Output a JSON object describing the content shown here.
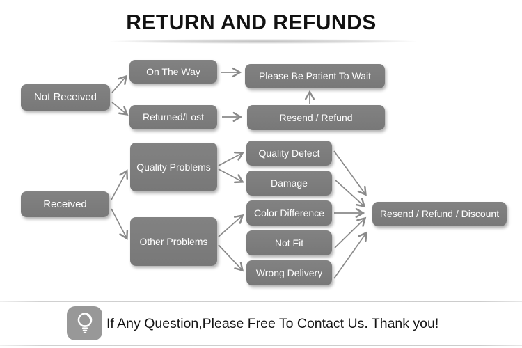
{
  "title": "RETURN AND REFUNDS",
  "diagram": {
    "nodes": {
      "not_received": {
        "label": "Not Received"
      },
      "on_the_way": {
        "label": "On The Way"
      },
      "returned_lost": {
        "label": "Returned/Lost"
      },
      "please_wait": {
        "label": "Please Be Patient To Wait"
      },
      "resend_refund": {
        "label": "Resend / Refund"
      },
      "received": {
        "label": "Received"
      },
      "quality_problems": {
        "label": "Quality Problems"
      },
      "other_problems": {
        "label": "Other Problems"
      },
      "quality_defect": {
        "label": "Quality Defect"
      },
      "damage": {
        "label": "Damage"
      },
      "color_difference": {
        "label": "Color Difference"
      },
      "not_fit": {
        "label": "Not Fit"
      },
      "wrong_delivery": {
        "label": "Wrong Delivery"
      },
      "resend_refund_discount": {
        "label": "Resend / Refund / Discount"
      }
    },
    "edges": [
      {
        "from": "Not Received",
        "to": "On The Way"
      },
      {
        "from": "Not Received",
        "to": "Returned/Lost"
      },
      {
        "from": "On The Way",
        "to": "Please Be Patient To Wait"
      },
      {
        "from": "Returned/Lost",
        "to": "Resend / Refund"
      },
      {
        "from": "Resend / Refund",
        "to": "Please Be Patient To Wait"
      },
      {
        "from": "Received",
        "to": "Quality Problems"
      },
      {
        "from": "Received",
        "to": "Other Problems"
      },
      {
        "from": "Quality Problems",
        "to": "Quality Defect"
      },
      {
        "from": "Quality Problems",
        "to": "Damage"
      },
      {
        "from": "Other Problems",
        "to": "Color Difference"
      },
      {
        "from": "Other Problems",
        "to": "Wrong Delivery"
      },
      {
        "from": "Quality Defect",
        "to": "Resend / Refund / Discount"
      },
      {
        "from": "Damage",
        "to": "Resend / Refund / Discount"
      },
      {
        "from": "Color Difference",
        "to": "Resend / Refund / Discount"
      },
      {
        "from": "Not Fit",
        "to": "Resend / Refund / Discount"
      },
      {
        "from": "Wrong Delivery",
        "to": "Resend / Refund / Discount"
      }
    ]
  },
  "footer": {
    "message": "If Any Question,Please Free To Contact Us. Thank you!",
    "icon": "light-bulb-icon"
  },
  "colors": {
    "box_gray": "#7d7d7d",
    "arrow_gray": "#8a8a8a",
    "title_text": "#121212",
    "box_text": "#ffffff",
    "footer_text": "#141414",
    "divider_gray": "#cccccc",
    "badge_gray": "#989898"
  }
}
